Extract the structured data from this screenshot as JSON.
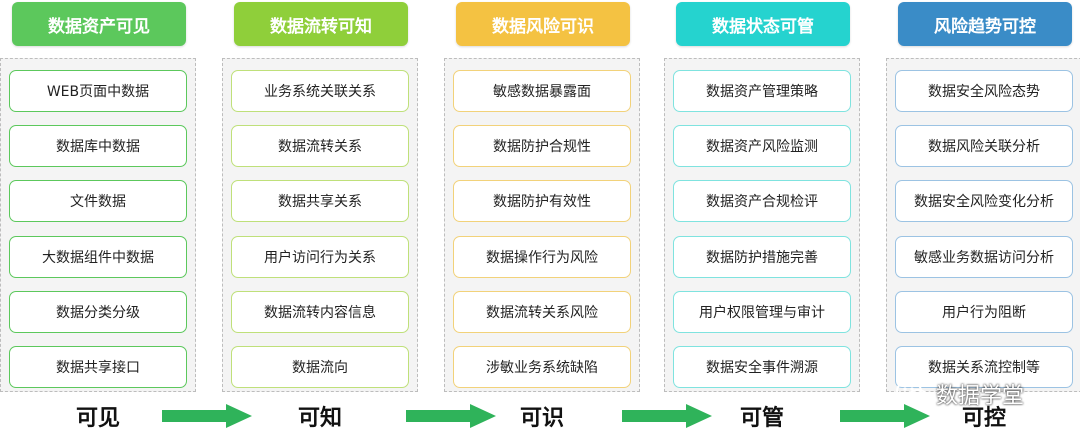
{
  "columns": [
    {
      "title": "数据资产可见",
      "color": "#5cc85c",
      "border": "#5cc85c",
      "items": [
        "WEB页面中数据",
        "数据库中数据",
        "文件数据",
        "大数据组件中数据",
        "数据分类分级",
        "数据共享接口"
      ]
    },
    {
      "title": "数据流转可知",
      "color": "#8fcf3a",
      "border": "#bfe07a",
      "items": [
        "业务系统关联关系",
        "数据流转关系",
        "数据共享关系",
        "用户访问行为关系",
        "数据流转内容信息",
        "数据流向"
      ]
    },
    {
      "title": "数据风险可识",
      "color": "#f4c242",
      "border": "#f2d27a",
      "items": [
        "敏感数据暴露面",
        "数据防护合规性",
        "数据防护有效性",
        "数据操作行为风险",
        "数据流转关系风险",
        "涉敏业务系统缺陷"
      ]
    },
    {
      "title": "数据状态可管",
      "color": "#25d3cf",
      "border": "#7fe3df",
      "items": [
        "数据资产管理策略",
        "数据资产风险监测",
        "数据资产合规检评",
        "数据防护措施完善",
        "用户权限管理与审计",
        "数据安全事件溯源"
      ]
    },
    {
      "title": "风险趋势可控",
      "color": "#3a8cc7",
      "border": "#9cc3e3",
      "items": [
        "数据安全风险态势",
        "数据风险关联分析",
        "数据安全风险变化分析",
        "敏感业务数据访问分析",
        "用户行为阻断",
        "数据关系流控制等"
      ]
    }
  ],
  "stages": [
    "可见",
    "可知",
    "可识",
    "可管",
    "可控"
  ],
  "arrow_color": "#2fb35a",
  "watermark": {
    "text": "数据学堂",
    "icon": "wechat-icon"
  }
}
